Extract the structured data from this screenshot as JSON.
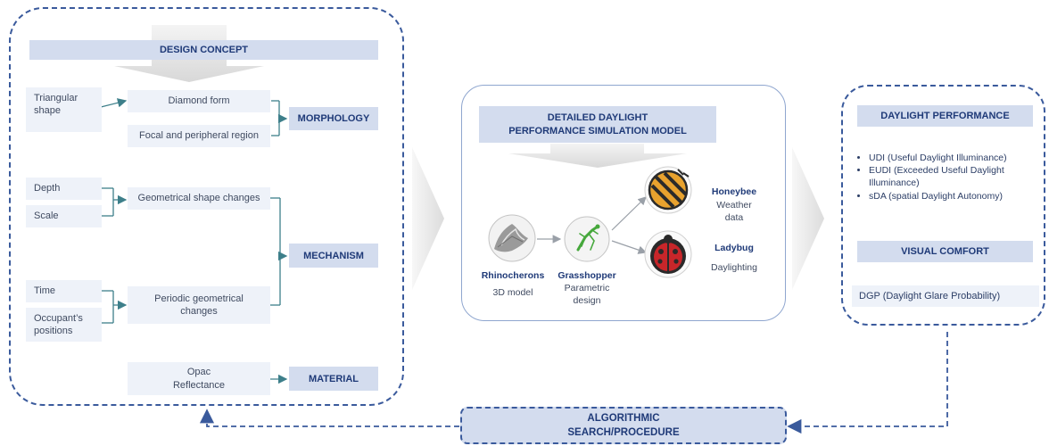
{
  "design_concept": {
    "header": "DESIGN CONCEPT",
    "triangular_shape": "Triangular shape",
    "diamond_form": "Diamond form",
    "focal_region": "Focal and peripheral region",
    "morphology": "MORPHOLOGY",
    "depth": "Depth",
    "scale": "Scale",
    "geometrical_shape_changes": "Geometrical shape changes",
    "mechanism": "MECHANISM",
    "time": "Time",
    "occupants_positions": "Occupant’s positions",
    "periodic_changes": "Periodic geometrical changes",
    "opac_reflectance": "Opac Reflectance",
    "material": "MATERIAL"
  },
  "simulation": {
    "header_line1": "DETAILED DAYLIGHT",
    "header_line2": "PERFORMANCE SIMULATION MODEL",
    "rhinoceros_name": "Rhinocherons",
    "rhinoceros_desc": "3D model",
    "grasshopper_name": "Grasshopper",
    "grasshopper_desc_line1": "Parametric",
    "grasshopper_desc_line2": "design",
    "honeybee_name": "Honeybee",
    "honeybee_desc_line1": "Weather",
    "honeybee_desc_line2": "data",
    "ladybug_name": "Ladybug",
    "ladybug_desc": "Daylighting"
  },
  "performance": {
    "daylight_header": "DAYLIGHT PERFORMANCE",
    "metrics": [
      "UDI (Useful Daylight Illuminance)",
      "EUDI (Exceeded Useful Daylight Illuminance)",
      "sDA (spatial Daylight Autonomy)"
    ],
    "visual_header": "VISUAL COMFORT",
    "dgp": "DGP (Daylight Glare Probability)"
  },
  "algorithm": {
    "line1": "ALGORITHMIC",
    "line2": "SEARCH/PROCEDURE"
  }
}
